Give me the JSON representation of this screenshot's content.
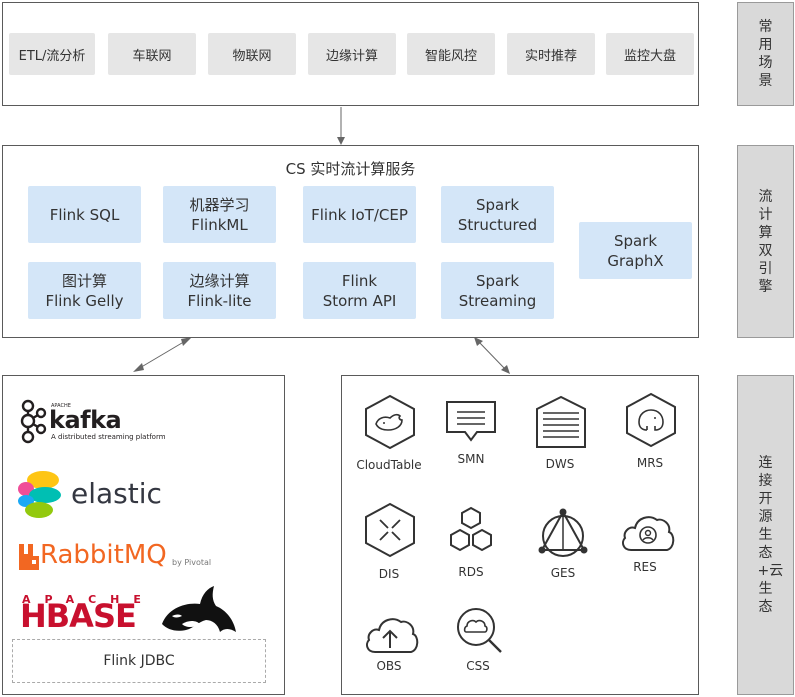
{
  "scenarios": {
    "items": [
      "ETL/流分析",
      "车联网",
      "物联网",
      "边缘计算",
      "智能风控",
      "实时推荐",
      "监控大盘"
    ]
  },
  "sidebar": {
    "scenarios_label": "常用场景",
    "engine_label": "流计算 双引擎",
    "ecosystem_label": "连接开源生态+云生态"
  },
  "service": {
    "title": "CS 实时流计算服务",
    "blocks": [
      "Flink SQL",
      "机器学习\nFlinkML",
      "Flink IoT/CEP",
      "Spark\nStructured",
      "Spark\nGraphX",
      "图计算\nFlink Gelly",
      "边缘计算\nFlink-lite",
      "Flink\nStorm API",
      "Spark\nStreaming"
    ]
  },
  "opensource": {
    "kafka_name": "kafka",
    "kafka_tag": "A distributed streaming platform",
    "kafka_apache": "APACHE",
    "elastic_name": "elastic",
    "rabbit_name": "RabbitMQ",
    "rabbit_by": "by Pivotal",
    "hbase_apache": "APACHE",
    "hbase_name": "HBASE",
    "jdbc_label": "Flink JDBC"
  },
  "cloud": {
    "services": [
      "CloudTable",
      "SMN",
      "DWS",
      "MRS",
      "DIS",
      "RDS",
      "GES",
      "RES",
      "OBS",
      "CSS"
    ]
  },
  "colors": {
    "block_blue": "#d4e6f8",
    "scenario_gray": "#e6e6e6",
    "hbase_red": "#c8102e",
    "rabbit_orange": "#f26722"
  }
}
